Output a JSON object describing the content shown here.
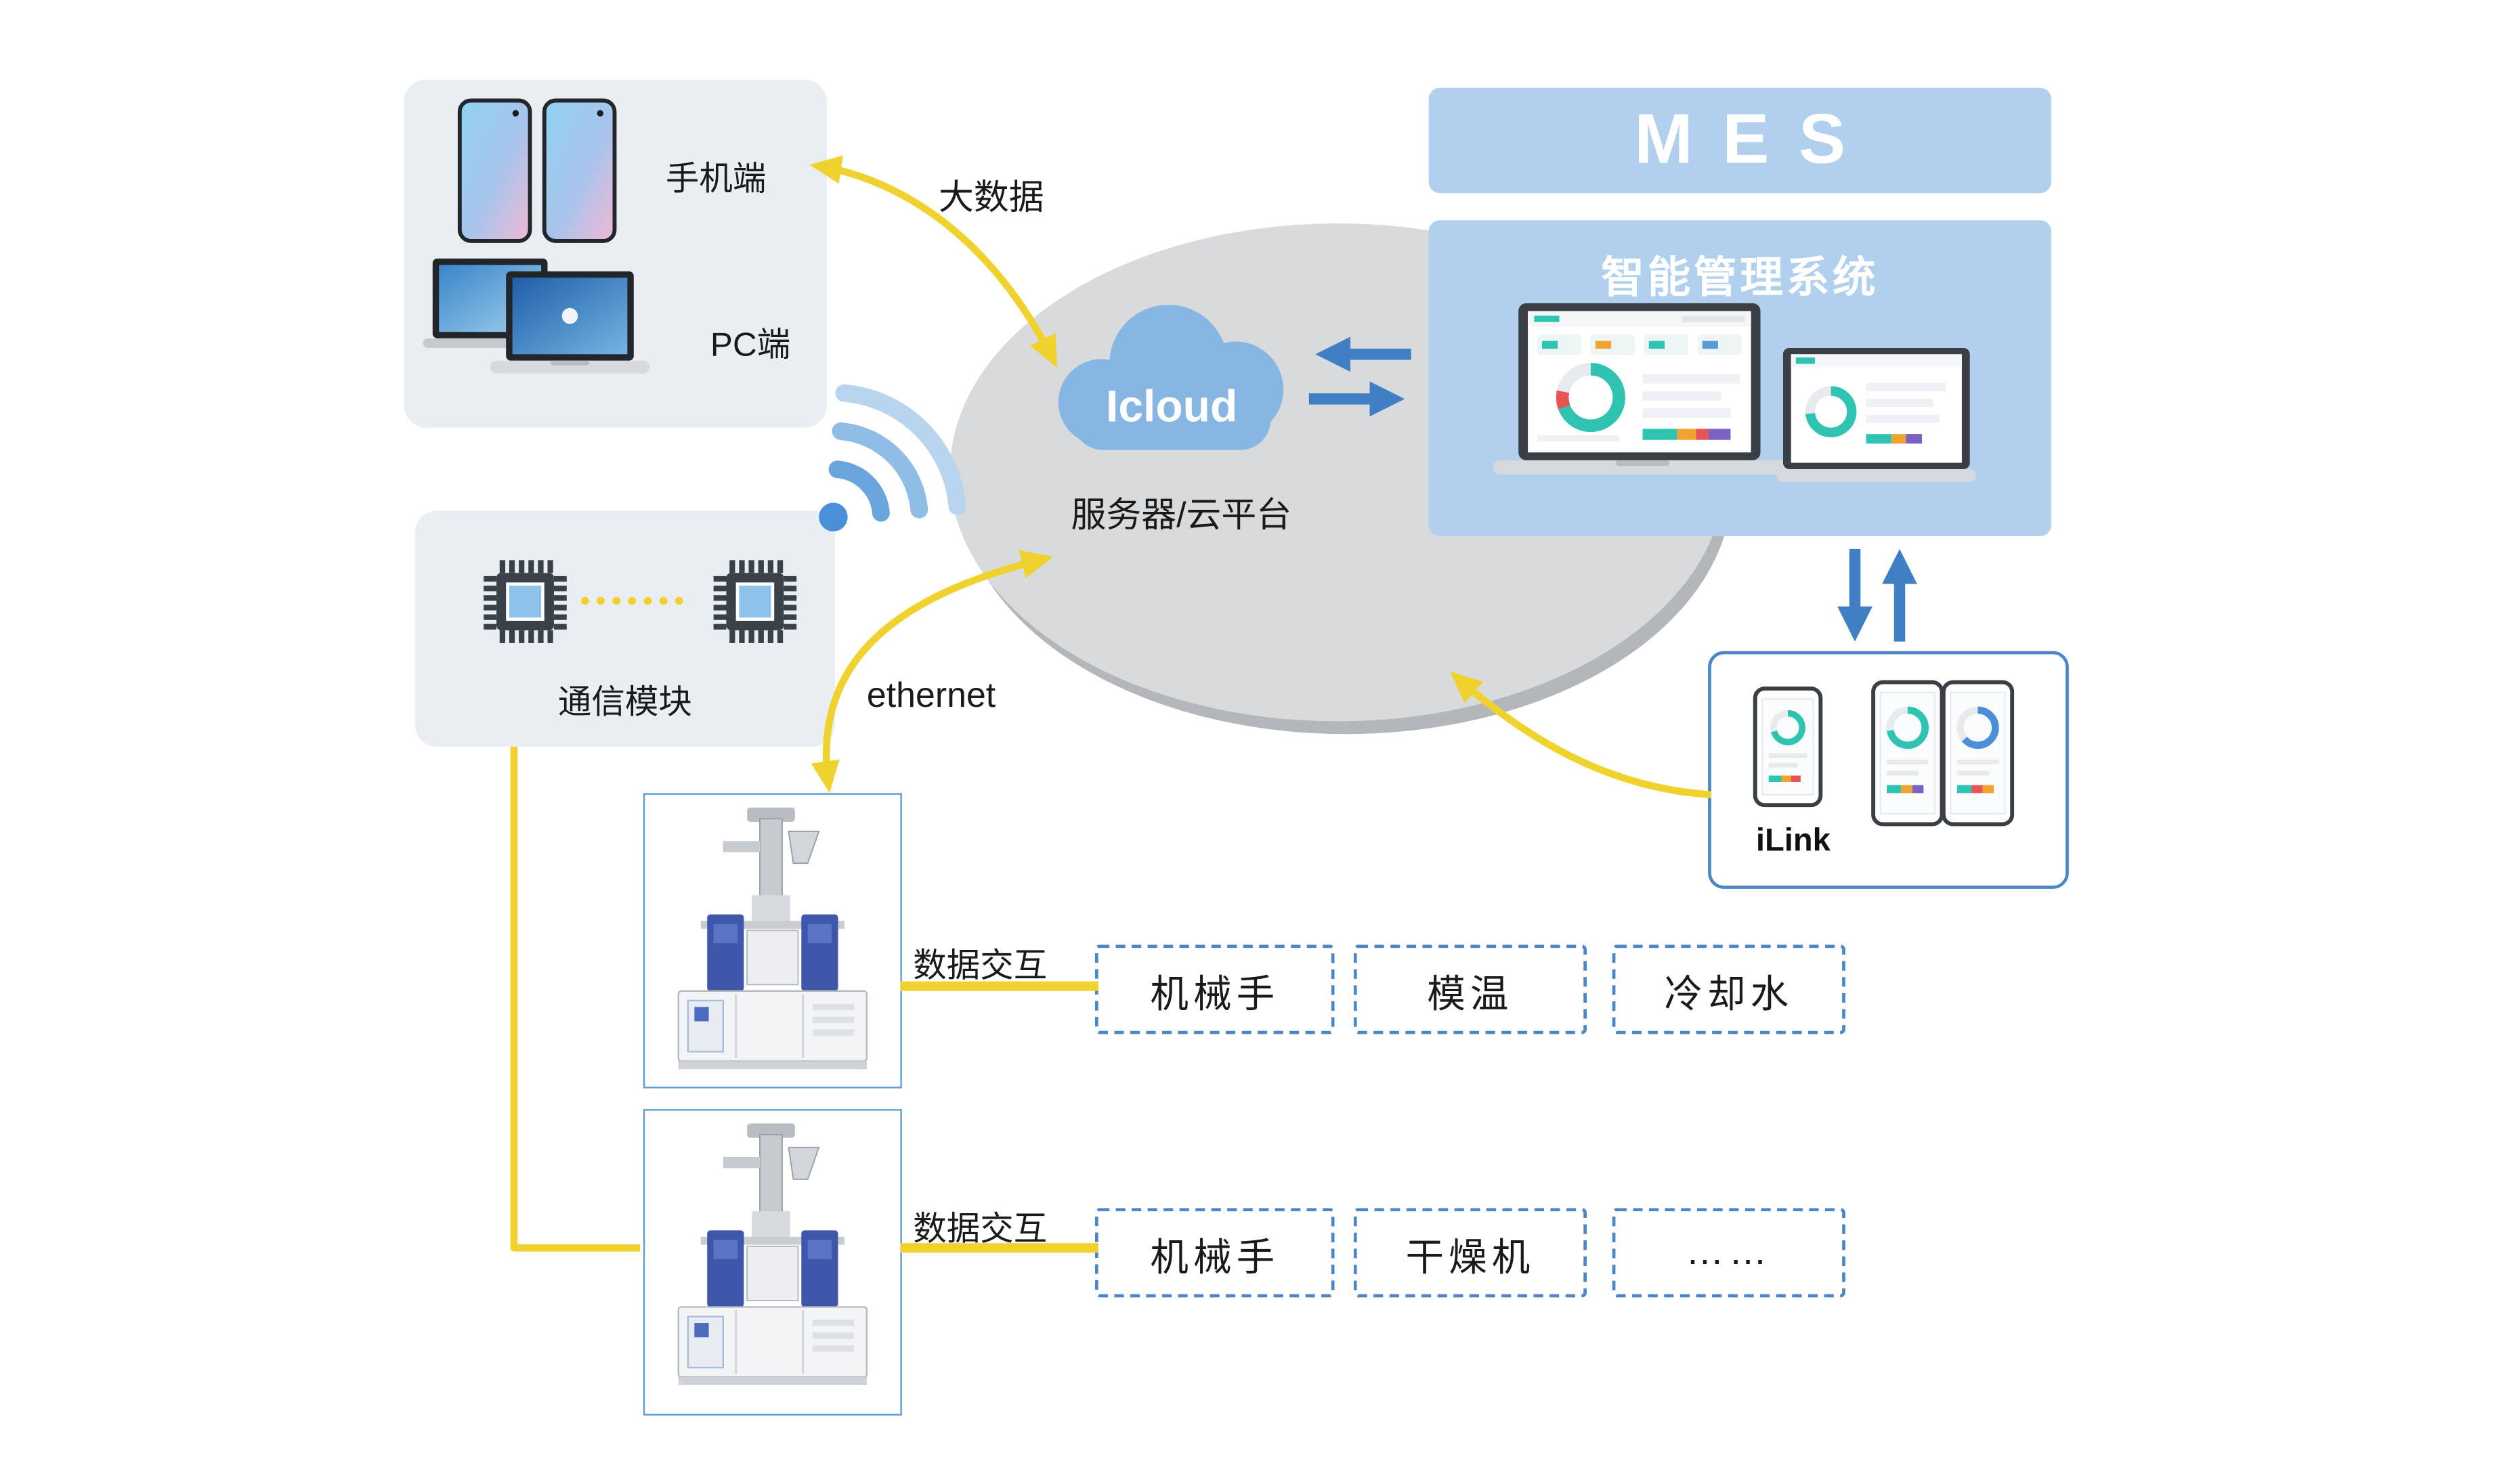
{
  "colors": {
    "accent_yellow": "#f0d22f",
    "accent_blue": "#3f7fc4",
    "panel_gray": "#e9eef3",
    "mes_blue": "#b0d0ee",
    "ellipse_gray": "#d8dadc",
    "cloud_blue": "#87b6e2",
    "machine_blue": "#3f57ab",
    "dashed_border_blue": "#4a86c8",
    "dashboard_teal": "#2fc4b2"
  },
  "device_panel": {
    "mobile_label": "手机端",
    "pc_label": "PC端"
  },
  "cloud": {
    "name": "Icloud",
    "caption": "服务器/云平台"
  },
  "mes": {
    "title": "MES",
    "subtitle": "智能管理系统"
  },
  "comm_module": {
    "label": "通信模块"
  },
  "ilink": {
    "label": "iLink"
  },
  "edges": {
    "big_data": "大数据",
    "ethernet": "ethernet",
    "exchange1": "数据交互",
    "exchange2": "数据交互"
  },
  "row1": [
    "机械手",
    "模温",
    "冷却水"
  ],
  "row2": [
    "机械手",
    "干燥机",
    "……"
  ]
}
